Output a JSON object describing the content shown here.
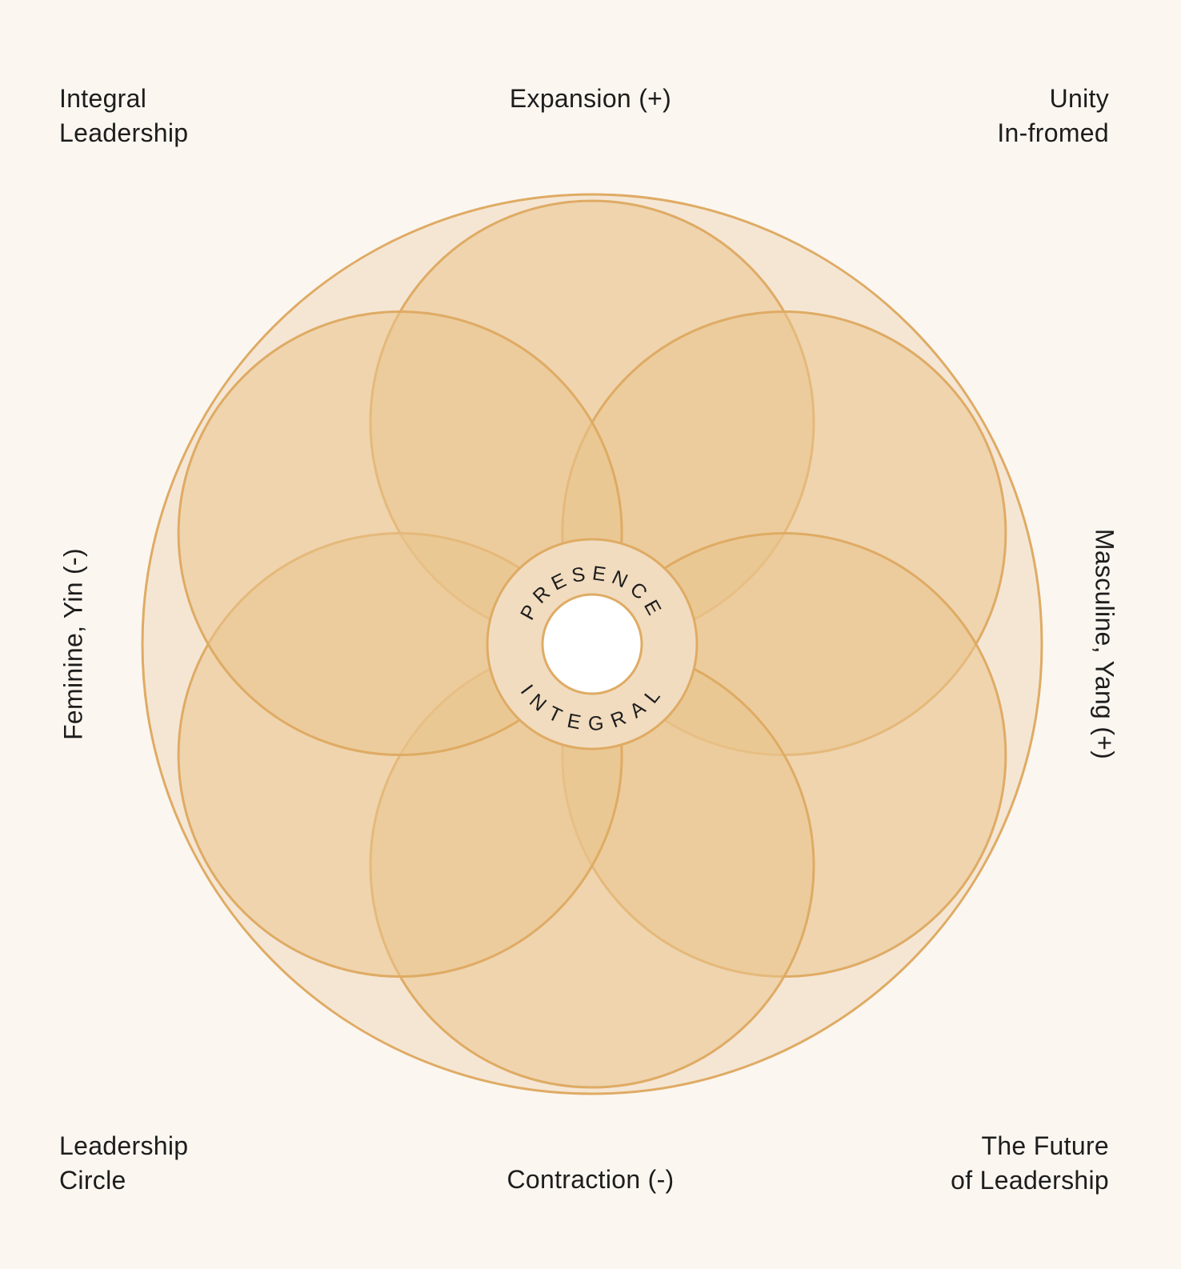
{
  "corners": {
    "top_left": [
      "Integral",
      "Leadership"
    ],
    "top_right": [
      "Unity",
      "In-fromed"
    ],
    "bottom_left": [
      "Leadership",
      "Circle"
    ],
    "bottom_right": [
      "The Future",
      "of Leadership"
    ]
  },
  "axes": {
    "top": "Expansion (+)",
    "bottom": "Contraction (-)",
    "left": "Feminine, Yin (-)",
    "right": "Masculine, Yang (+)"
  },
  "center": {
    "upper_arc_text": "PRESENCE",
    "lower_arc_text": "INTEGRAL"
  },
  "colors": {
    "background": "#fbf6f0",
    "outer_fill": "#f5e6d4",
    "petal_fill": "#e9c58e",
    "stroke": "#dfab64",
    "ring_fill": "#f1dcbf",
    "hole_fill": "#ffffff",
    "text": "#1d1d1d"
  }
}
